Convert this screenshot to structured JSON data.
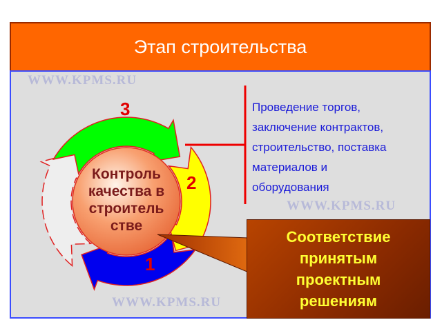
{
  "header": {
    "title": "Этап строительства"
  },
  "watermark": "WWW.KPMS.RU",
  "cycle": {
    "center_lines": [
      "Контроль",
      "качества в",
      "строитель",
      "стве"
    ],
    "steps": [
      "1",
      "2",
      "3"
    ],
    "colors": {
      "step1": "#0000EE",
      "step2": "#FFFF00",
      "step3": "#00FF00",
      "step4": "#EEEEEE",
      "sphere": "#F89060"
    }
  },
  "description_lines": [
    "Проведение торгов,",
    "заключение контрактов,",
    "строительство, поставка",
    "материалов и",
    "оборудования"
  ],
  "result_lines": [
    "Соответствие",
    "принятым",
    "проектным",
    "решениям"
  ]
}
